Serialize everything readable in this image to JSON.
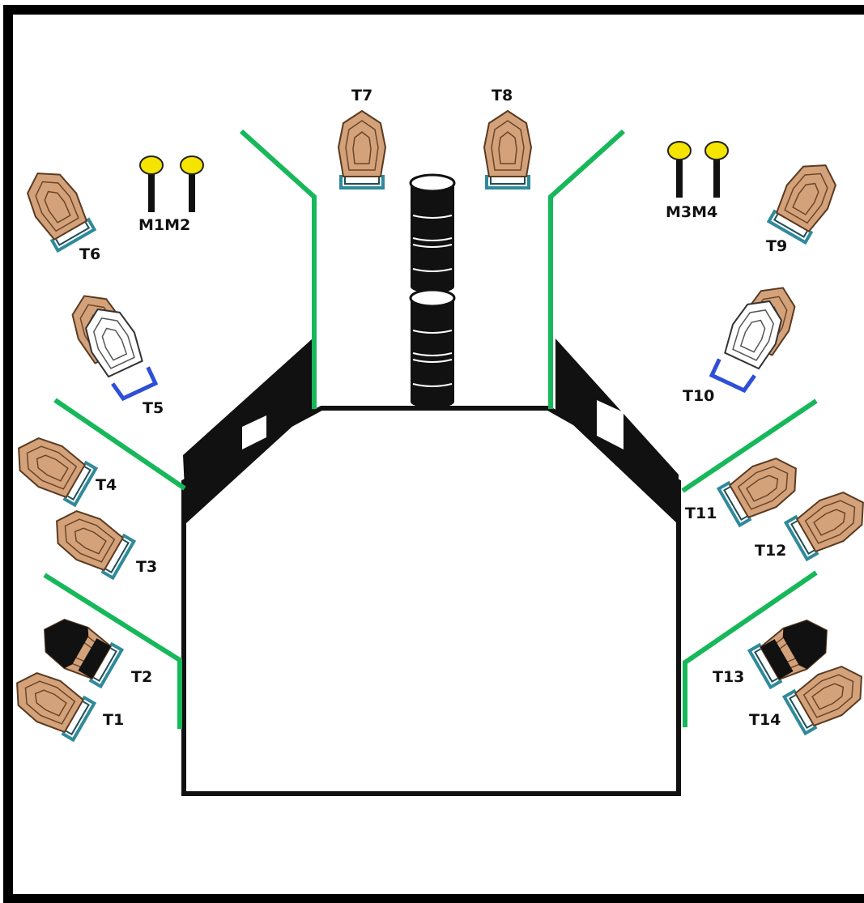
{
  "targets": {
    "t1": "T1",
    "t2": "T2",
    "t3": "T3",
    "t4": "T4",
    "t5": "T5",
    "t6": "T6",
    "t7": "T7",
    "t8": "T8",
    "t9": "T9",
    "t10": "T10",
    "t11": "T11",
    "t12": "T12",
    "t13": "T13",
    "t14": "T14"
  },
  "markers": {
    "m1m2": "M1M2",
    "m3m4": "M3M4"
  },
  "target_kinds": {
    "t1": "shoot",
    "t2": "shoot-partial-hardcover",
    "t3": "shoot",
    "t4": "shoot",
    "t5": "no-shoot-overlapping-shoot",
    "t6": "shoot",
    "t7": "shoot",
    "t8": "shoot",
    "t9": "shoot",
    "t10": "no-shoot-overlapping-shoot",
    "t11": "shoot",
    "t12": "shoot",
    "t13": "shoot-partial-hardcover",
    "t14": "shoot"
  },
  "metal_counts": {
    "m1m2": 2,
    "m3m4": 2
  },
  "colors": {
    "fault_line": "#16b85a",
    "wall": "#111111",
    "target_face": "#d4a27a",
    "target_stand": "#2f8a9a",
    "no_shoot": "#ffffff",
    "popper_head": "#f5e400",
    "frame_stand": "#2e4fd6"
  }
}
